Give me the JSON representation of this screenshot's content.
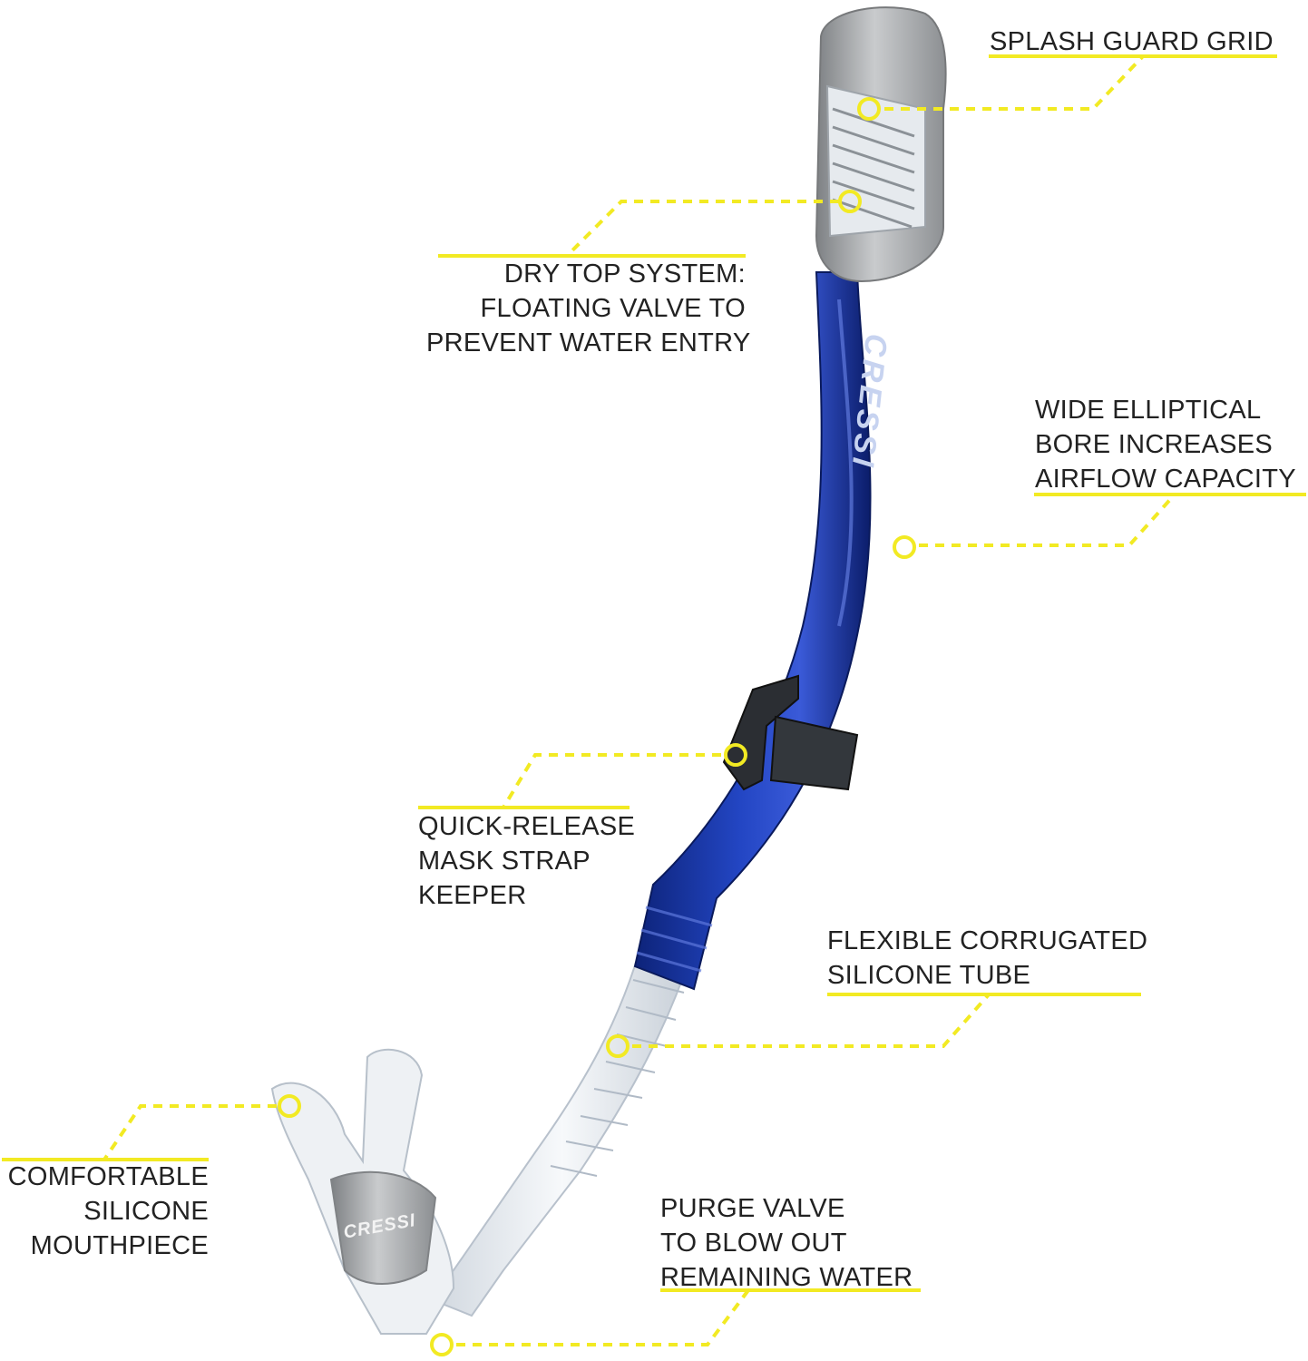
{
  "brand": {
    "tube_logo": "CRESSI",
    "mouthpiece_logo": "CRESSI"
  },
  "colors": {
    "callout_yellow": "#f2ea23",
    "tube_blue": "#14309a",
    "silver": "#a7a9ab",
    "text": "#222222"
  },
  "callouts": {
    "splash_guard": {
      "lines": [
        "SPLASH GUARD GRID"
      ]
    },
    "dry_top": {
      "lines": [
        "DRY TOP SYSTEM:",
        "FLOATING VALVE TO",
        "PREVENT WATER ENTRY"
      ]
    },
    "wide_bore": {
      "lines": [
        "WIDE ELLIPTICAL",
        "BORE INCREASES",
        "AIRFLOW CAPACITY"
      ]
    },
    "strap_keeper": {
      "lines": [
        "QUICK-RELEASE",
        "MASK STRAP",
        "KEEPER"
      ]
    },
    "corrugated_tube": {
      "lines": [
        "FLEXIBLE CORRUGATED",
        "SILICONE TUBE"
      ]
    },
    "mouthpiece": {
      "lines": [
        "COMFORTABLE",
        "SILICONE",
        "MOUTHPIECE"
      ]
    },
    "purge_valve": {
      "lines": [
        "PURGE VALVE",
        "TO BLOW OUT",
        "REMAINING WATER"
      ]
    }
  }
}
